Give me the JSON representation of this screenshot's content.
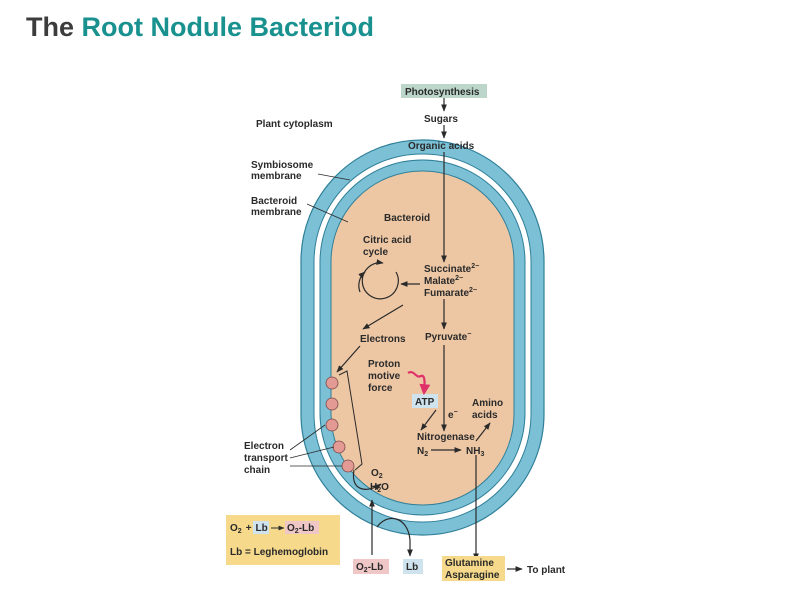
{
  "title": {
    "prefix": "The",
    "highlight": "Root Nodule Bacteriod"
  },
  "colors": {
    "title_dark": "#3c3c3c",
    "title_accent": "#18918f",
    "membrane_blue": "#7cc0d6",
    "bacteroid_fill": "#edc7a4",
    "highlight_yellow": "#f6d98a",
    "highlight_blue": "#cfe3ef",
    "etc_circle": "#e39a95",
    "arrow_red": "#e0306a"
  },
  "labels": {
    "photosynthesis": "Photosynthesis",
    "sugars": "Sugars",
    "organic_acids": "Organic acids",
    "plant_cytoplasm": "Plant cytoplasm",
    "symbiosome_membrane_1": "Symbiosome",
    "symbiosome_membrane_2": "membrane",
    "bacteroid_membrane_1": "Bacteroid",
    "bacteroid_membrane_2": "membrane",
    "bacteroid": "Bacteroid",
    "citric_acid_1": "Citric acid",
    "citric_acid_2": "cycle",
    "succinate": "Succinate",
    "malate": "Malate",
    "fumarate": "Fumarate",
    "charge_2minus": "2−",
    "charge_minus": "−",
    "electrons": "Electrons",
    "pyruvate": "Pyruvate",
    "proton_1": "Proton",
    "proton_2": "motive",
    "proton_3": "force",
    "atp": "ATP",
    "electron": "e",
    "amino_1": "Amino",
    "amino_2": "acids",
    "nitrogenase": "Nitrogenase",
    "n": "N",
    "nh": "NH",
    "sub_2": "2",
    "sub_3": "3",
    "etc_1": "Electron",
    "etc_2": "transport",
    "etc_3": "chain",
    "o": "O",
    "h": "H",
    "legend_plus": "+",
    "lb": "Lb",
    "legend_product": "-Lb",
    "legend_def": "Lb = Leghemoglobin",
    "o2lb_rest": "-Lb",
    "lb_box": "Lb",
    "glutamine": "Glutamine",
    "asparagine": "Asparagine",
    "to_plant": "To plant"
  }
}
